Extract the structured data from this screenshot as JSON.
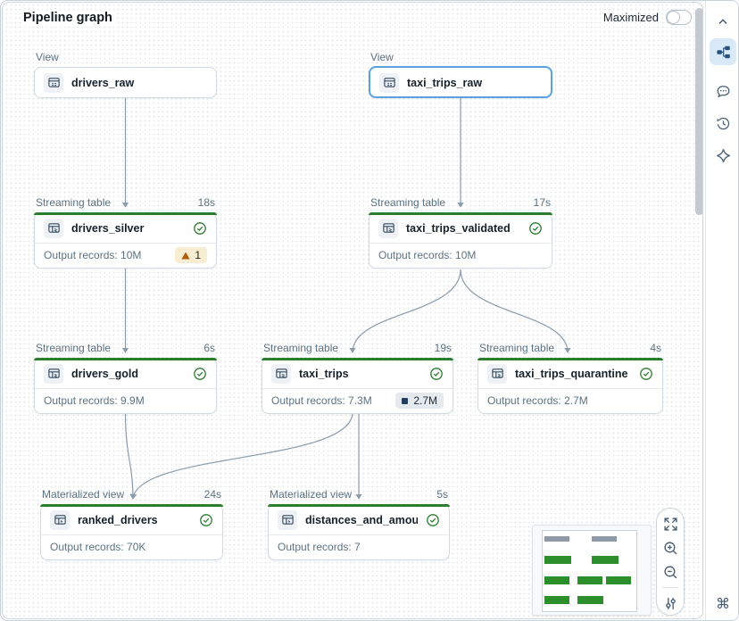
{
  "header": {
    "title": "Pipeline graph",
    "maximized_label": "Maximized",
    "maximized_on": false
  },
  "sidebar": {
    "icons": [
      "collapse-chevron-up",
      "pipeline-graph",
      "comments",
      "version-history",
      "assistant-sparkle",
      "keyboard-shortcuts"
    ]
  },
  "nodes": [
    {
      "type_label": "View",
      "name": "drivers_raw"
    },
    {
      "type_label": "View",
      "name": "taxi_trips_raw",
      "selected": true
    },
    {
      "type_label": "Streaming table",
      "duration": "18s",
      "name": "drivers_silver",
      "records": "Output records: 10M",
      "warning_count": "1"
    },
    {
      "type_label": "Streaming table",
      "duration": "17s",
      "name": "taxi_trips_validated",
      "records": "Output records: 10M"
    },
    {
      "type_label": "Streaming table",
      "duration": "6s",
      "name": "drivers_gold",
      "records": "Output records: 9.9M"
    },
    {
      "type_label": "Streaming table",
      "duration": "19s",
      "name": "taxi_trips",
      "records": "Output records: 7.3M",
      "dropped_records": "2.7M"
    },
    {
      "type_label": "Streaming table",
      "duration": "4s",
      "name": "taxi_trips_quarantine",
      "records": "Output records: 2.7M"
    },
    {
      "type_label": "Materialized view",
      "duration": "24s",
      "name": "ranked_drivers",
      "records": "Output records: 70K"
    },
    {
      "type_label": "Materialized view",
      "duration": "5s",
      "name": "distances_and_amounts_b...",
      "records": "Output records: 7"
    }
  ],
  "graph_controls": {
    "icons": [
      "fit-to-screen",
      "zoom-in",
      "zoom-out",
      "display-settings"
    ]
  },
  "minimap": {
    "node_colors": [
      "gray",
      "gray",
      "green",
      "green",
      "green",
      "green",
      "green",
      "green",
      "green"
    ]
  },
  "colors": {
    "success_green": "#2a7e2e",
    "selected_blue": "#5aa2dd",
    "edge": "#8a9bab",
    "warning_bg": "#f7edd2",
    "warning_icon": "#b25d0d",
    "badge_gray_bg": "#e6e9ed",
    "minimap_gray": "#8e9aa7",
    "minimap_green": "#2c8f2c",
    "active_tool_bg": "#d9e9f8"
  }
}
